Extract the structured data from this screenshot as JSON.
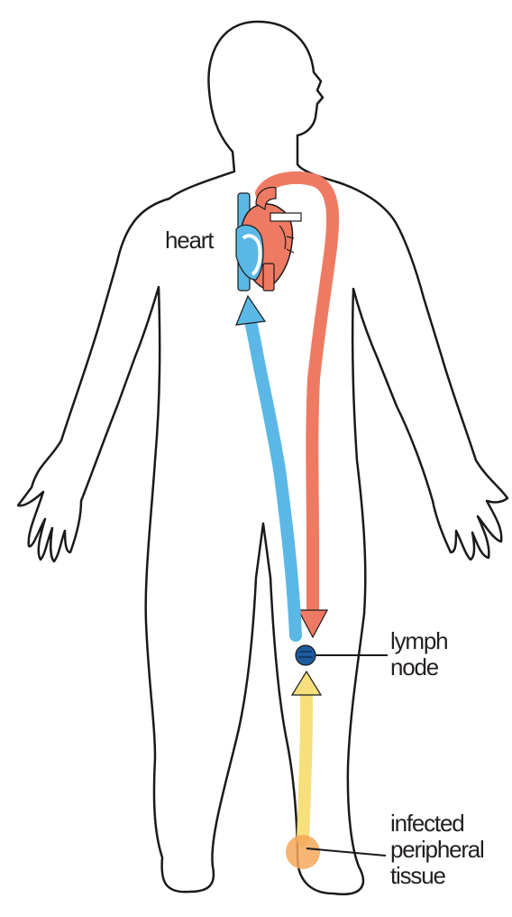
{
  "labels": {
    "heart": "heart",
    "lymph_node": "lymph\nnode",
    "infected_tissue": "infected\nperipheral\ntissue"
  },
  "colors": {
    "outline": "#1a1a1a",
    "venous_blue": "#5bb8e6",
    "arterial_red": "#ef7a63",
    "lymph_yellow": "#f7df7c",
    "lymph_node": "#1d5b9e",
    "infection": "#f4a85a"
  }
}
